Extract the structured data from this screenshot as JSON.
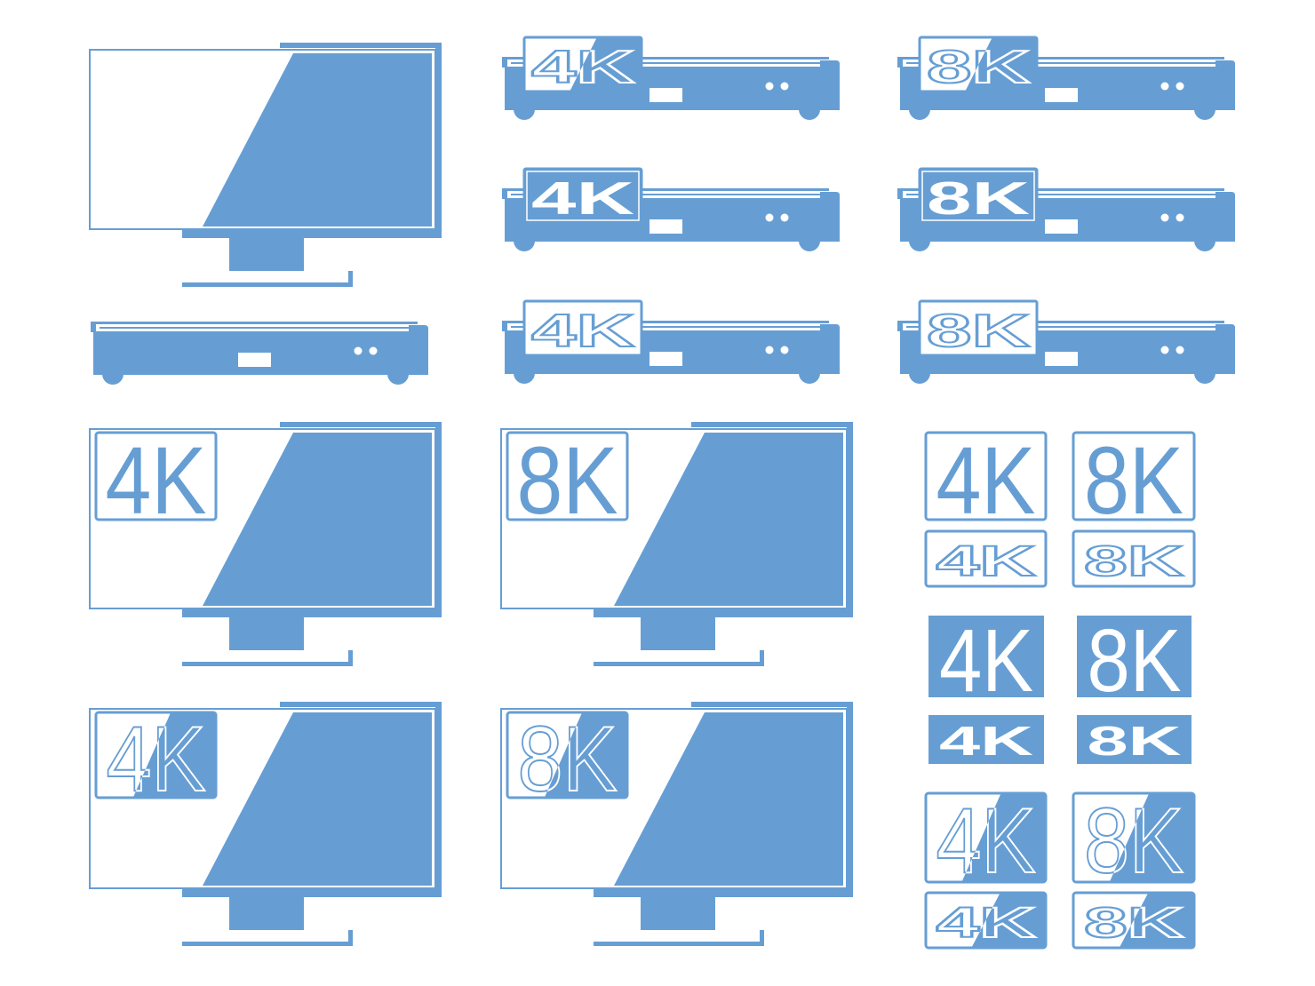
{
  "colors": {
    "icon_blue": "#669ed4",
    "background": "#ffffff"
  },
  "tvs": [
    {
      "icon": "tv-icon"
    },
    {
      "icon": "tv-4k-icon",
      "badge": "4K"
    },
    {
      "icon": "tv-8k-icon",
      "badge": "8K"
    },
    {
      "icon": "tv-4k-icon",
      "badge": "4K"
    },
    {
      "icon": "tv-8k-icon",
      "badge": "8K"
    }
  ],
  "set_top_boxes": [
    {
      "icon": "set-top-box-icon"
    },
    {
      "icon": "set-top-box-4k-icon",
      "badge": "4K"
    },
    {
      "icon": "set-top-box-4k-icon",
      "badge": "4K"
    },
    {
      "icon": "set-top-box-4k-icon",
      "badge": "4K"
    },
    {
      "icon": "set-top-box-8k-icon",
      "badge": "8K"
    },
    {
      "icon": "set-top-box-8k-icon",
      "badge": "8K"
    },
    {
      "icon": "set-top-box-8k-icon",
      "badge": "8K"
    }
  ],
  "badges": [
    {
      "icon": "4k-badge-icon",
      "label": "4K"
    },
    {
      "icon": "8k-badge-icon",
      "label": "8K"
    },
    {
      "icon": "4k-badge-icon",
      "label": "4K"
    },
    {
      "icon": "8k-badge-icon",
      "label": "8K"
    },
    {
      "icon": "4k-badge-icon",
      "label": "4K"
    },
    {
      "icon": "8k-badge-icon",
      "label": "8K"
    },
    {
      "icon": "4k-badge-icon",
      "label": "4K"
    },
    {
      "icon": "8k-badge-icon",
      "label": "8K"
    },
    {
      "icon": "4k-badge-icon",
      "label": "4K"
    },
    {
      "icon": "8k-badge-icon",
      "label": "8K"
    },
    {
      "icon": "4k-badge-icon",
      "label": "4K"
    },
    {
      "icon": "8k-badge-icon",
      "label": "8K"
    }
  ]
}
